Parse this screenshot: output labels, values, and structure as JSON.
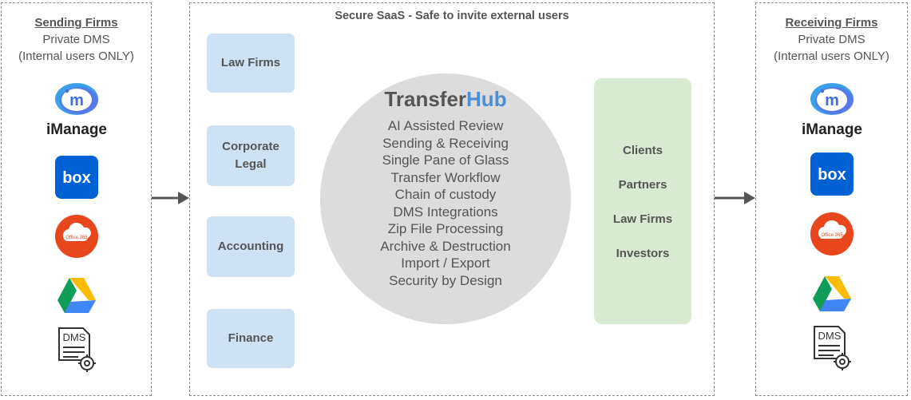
{
  "sending": {
    "title": "Sending Firms",
    "line1": "Private DMS",
    "line2": "(Internal users ONLY)"
  },
  "receiving": {
    "title": "Receiving Firms",
    "line1": "Private DMS",
    "line2": "(Internal users ONLY)"
  },
  "center": {
    "title": "Secure SaaS - Safe to invite external users"
  },
  "firm_types": [
    "Law Firms",
    "Corporate\nLegal",
    "Accounting",
    "Finance"
  ],
  "hub": {
    "name_part1": "Transfer",
    "name_part2": "Hub",
    "features": [
      "AI Assisted Review",
      "Sending & Receiving",
      "Single Pane of Glass",
      "Transfer Workflow",
      "Chain of custody",
      "DMS Integrations",
      "Zip File Processing",
      "Archive & Destruction",
      "Import / Export",
      "Security by Design"
    ]
  },
  "external_users": [
    "Clients",
    "Partners",
    "Law Firms",
    "Investors"
  ],
  "icons": {
    "imanage_label": "iManage",
    "box_label": "box",
    "office365_label": "Office 365",
    "dms_label": "DMS"
  },
  "colors": {
    "firm_box": "#cfe2f3",
    "external_box": "#d9ead3",
    "hub_circle": "#dcdcdc",
    "hub_accent": "#4a8fd4",
    "box_brand": "#0061d5",
    "office_brand": "#e8461d"
  }
}
